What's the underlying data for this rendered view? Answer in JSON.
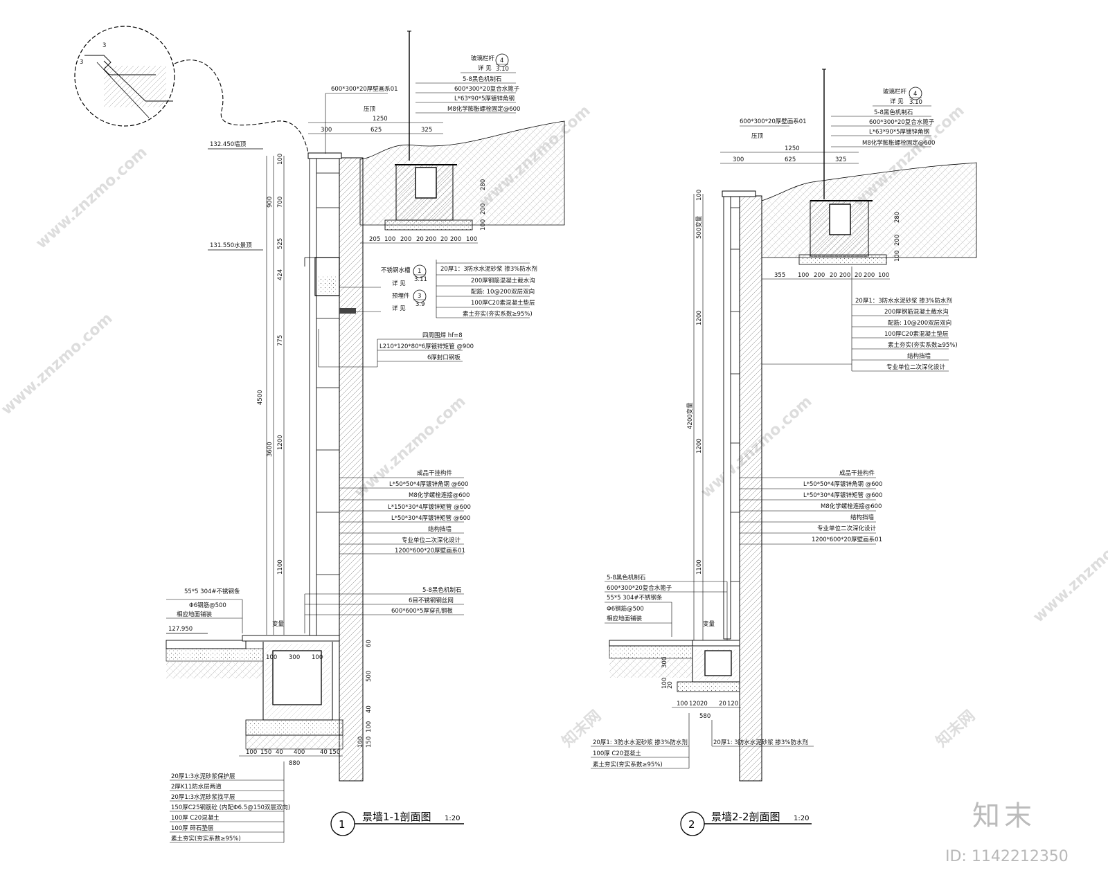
{
  "watermark": {
    "site": "www.znzmo.com",
    "brand": "知末网",
    "logo": "知末",
    "id_label": "ID: 1142212350"
  },
  "section1": {
    "title": "景墙1-1剖面图",
    "scale": "1:20",
    "number": "1",
    "elevations": [
      "132.450墙顶",
      "131.550水景顶",
      "127.950"
    ],
    "top_dims": [
      "1250",
      "300",
      "625",
      "325"
    ],
    "top_labels": [
      "玻璃栏杆",
      "详 见",
      "5-8黑色机制石",
      "600*300*20复合水篦子",
      "L*63*90*5厚镀锌角钢",
      "M8化学膨胀螺栓固定@600",
      "600*300*20厚壁画系01",
      "压顶"
    ],
    "callout_top": {
      "num": "4",
      "ref": "3.10"
    },
    "left_dims": [
      "900",
      "525",
      "424",
      "775",
      "4500",
      "3600",
      "1100",
      "100",
      "700",
      "1200"
    ],
    "mid_labels_left": [
      "不锈钢水槽",
      "详 见",
      "预埋件",
      "详 见"
    ],
    "callout_tank": {
      "num": "1",
      "ref": "3.11"
    },
    "callout_embed": {
      "num": "3",
      "ref": "3.9"
    },
    "gutter_labels": [
      "20厚1：3防水水泥砂浆 掺3%防水剂",
      "200厚钢筋混凝土截水沟",
      "配筋: 10@200双层双向",
      "100厚C20素混凝土垫层",
      "素土夯实(夯实系数≥95%)"
    ],
    "gutter_dims": [
      "205",
      "100",
      "200",
      "20",
      "200",
      "20",
      "200",
      "100"
    ],
    "gutter_vdims": [
      "280",
      "200",
      "100"
    ],
    "weld_labels": [
      "四周围焊 hf=8",
      "L210*120*80*6厚镀锌矩管 @900",
      "6厚封口钢板"
    ],
    "hang_labels": [
      "成品干挂构件",
      "L*50*50*4厚镀锌角钢 @600",
      "M8化学螺栓连接@600",
      "L*150*30*4厚镀锌矩管 @600",
      "L*50*30*4厚镀锌矩管 @600",
      "结构挡墙",
      "专业单位二次深化设计",
      "1200*600*20厚壁画系01"
    ],
    "base_labels": [
      "5-8黑色机制石",
      "6目不锈钢钢丝网",
      "600*600*5厚穿孔钢板"
    ],
    "left_bottom_labels": [
      "55*5 304#不锈钢条",
      "Φ6钢筋@500",
      "相应地面铺装"
    ],
    "variable": "变量",
    "bottom_dims": [
      "100",
      "150",
      "40",
      "400",
      "40",
      "150",
      "880",
      "100",
      "300",
      "100"
    ],
    "bottom_vdims": [
      "60",
      "500",
      "40",
      "100",
      "150",
      "100"
    ],
    "layer_labels": [
      "20厚1:3水泥砂浆保护层",
      "2厚K11防水层两道",
      "20厚1:3水泥砂浆找平层",
      "150厚C25钢筋砼 (内配Φ6.5@150双层双向)",
      "100厚 C20混凝土",
      "100厚 碎石垫层",
      "素土夯实(夯实系数≥95%)"
    ]
  },
  "section2": {
    "title": "景墙2-2剖面图",
    "scale": "1:20",
    "number": "2",
    "top_dims": [
      "1250",
      "300",
      "625",
      "325"
    ],
    "top_labels": [
      "玻璃栏杆",
      "详 见",
      "5-8黑色机制石",
      "600*300*20复合水篦子",
      "L*63*90*5厚镀锌角钢",
      "M8化学膨胀螺栓固定@600",
      "600*300*20厚壁画系01",
      "压顶"
    ],
    "callout_top": {
      "num": "4",
      "ref": "3.10"
    },
    "left_dims": [
      "100",
      "500变量",
      "1200",
      "4200变量",
      "1200",
      "1100"
    ],
    "gutter_dims": [
      "355",
      "100",
      "200",
      "20",
      "200",
      "20",
      "200",
      "100"
    ],
    "gutter_vdims": [
      "280",
      "200",
      "100"
    ],
    "gutter_labels": [
      "20厚1：3防水水泥砂浆 掺3%防水剂",
      "200厚钢筋混凝土截水沟",
      "配筋: 10@200双层双向",
      "100厚C20素混凝土垫层",
      "素土夯实(夯实系数≥95%)",
      "结构挡墙",
      "专业单位二次深化设计"
    ],
    "hang_labels": [
      "成品干挂构件",
      "L*50*50*4厚镀锌角钢 @600",
      "L*50*30*4厚镀锌矩管 @600",
      "M8化学螺栓连接@600",
      "结构挡墙",
      "专业单位二次深化设计",
      "1200*600*20厚壁画系01"
    ],
    "left_bottom_labels": [
      "5-8黑色机制石",
      "600*300*20复合水篦子",
      "55*5 304#不锈钢条",
      "Φ6钢筋@500",
      "相应地面铺装"
    ],
    "variable": "变量",
    "bottom_dims": [
      "100",
      "120",
      "20",
      "20",
      "120",
      "580"
    ],
    "bottom_vdims": [
      "300",
      "100",
      "20"
    ],
    "layer_labels_left": [
      "20厚1: 3防水水泥砂浆 掺3%防水剂",
      "100厚 C20混凝土",
      "素土夯实(夯实系数≥95%)"
    ],
    "layer_label_right": "20厚1: 3防水水泥砂浆 掺3%防水剂"
  },
  "detail_circle": {
    "dims": [
      "3",
      "3"
    ]
  }
}
